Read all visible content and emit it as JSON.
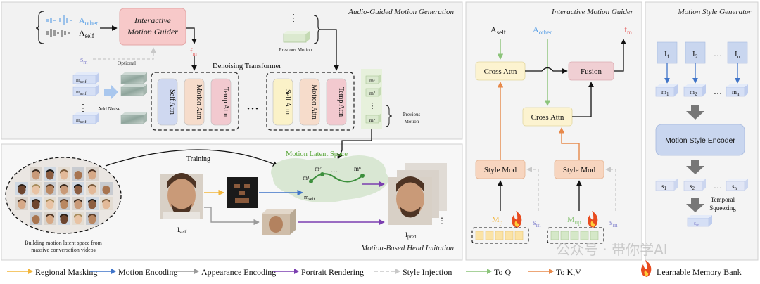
{
  "panels": {
    "audio_guided": "Audio-Guided Motion Generation",
    "head_imitation": "Motion-Based Head Imitation",
    "motion_guider": "Interactive Motion Guider",
    "style_generator": "Motion Style Generator"
  },
  "audio": {
    "a_other": "A",
    "a_other_sub": "other",
    "a_self": "A",
    "a_self_sub": "self",
    "guider_box": [
      "Interactive",
      "Motion Guider"
    ],
    "f_m": "f",
    "f_m_sub": "m",
    "s_m": "s",
    "s_m_sub": "m",
    "optional": "Optional",
    "previous_motion": "Previous Motion",
    "denoising_transformer": "Denoising Transformer",
    "add_noise": "Add Noise",
    "m_self": "m",
    "m_self_sub": "self",
    "vdots": "⋮",
    "hdots": "• • •",
    "blocks": [
      "Self Attn",
      "Motion Attn",
      "Temp Attn"
    ],
    "m_out": [
      "m¹",
      "m²",
      "⋮",
      "mⁿ"
    ],
    "previous_motion_right": [
      "Previous",
      "Motion"
    ]
  },
  "imitation": {
    "training": "Training",
    "latent_space": "Motion Latent Space",
    "m1": "m¹",
    "m2": "m²",
    "mn": "mⁿ",
    "ldots": "…",
    "m_self": "m",
    "m_self_sub": "self",
    "building": [
      "Building motion latent space from",
      "massive conversation videos"
    ],
    "i_self": "I",
    "i_self_sub": "self",
    "i_pred": "I",
    "i_pred_sub": "pred",
    "dots": "⋮"
  },
  "guider": {
    "a_self": "A",
    "a_self_sub": "self",
    "a_other": "A",
    "a_other_sub": "other",
    "f_m": "f",
    "f_m_sub": "m",
    "cross_attn_top": "Cross Attn",
    "fusion": "Fusion",
    "cross_attn_mid": "Cross Attn",
    "style_mod_left": "Style Mod",
    "style_mod_right": "Style Mod",
    "mp": "M",
    "mp_sub": "p",
    "mnp": "M",
    "mnp_sub": "np",
    "s_m_left": "s",
    "s_m_right": "s",
    "s_sub": "m"
  },
  "style": {
    "inputs": [
      "I",
      "I",
      "I"
    ],
    "input_subs": [
      "1",
      "2",
      "n"
    ],
    "m_vals": [
      "m",
      "m",
      "m"
    ],
    "m_subs": [
      "1",
      "2",
      "n"
    ],
    "dots": "…",
    "encoder": "Motion Style Encoder",
    "s_vals": [
      "s",
      "s",
      "s"
    ],
    "s_subs": [
      "1",
      "2",
      "n"
    ],
    "temporal": [
      "Temporal",
      "Squeezing"
    ],
    "s_m": "s",
    "s_m_sub": "m"
  },
  "legend": [
    {
      "label": "Regional Masking",
      "color": "#f2b53a",
      "dashed": false
    },
    {
      "label": "Motion Encoding",
      "color": "#3f74c9",
      "dashed": false
    },
    {
      "label": "Appearance Encoding",
      "color": "#9a9a9a",
      "dashed": false
    },
    {
      "label": "Portrait Rendering",
      "color": "#7b3fb0",
      "dashed": false
    },
    {
      "label": "Style Injection",
      "color": "#c8c8c8",
      "dashed": true
    },
    {
      "label": "To Q",
      "color": "#8cc47a",
      "dashed": false
    },
    {
      "label": "To K,V",
      "color": "#e7894a",
      "dashed": false
    }
  ],
  "legend_fire": "Learnable Memory Bank",
  "watermark": "公众号 · 带你学AI",
  "colors": {
    "guider_box": "#f7c9c9",
    "self_attn": "#cfd8f0",
    "motion_attn": "#f6dccb",
    "temp_attn": "#f2c9cf",
    "self_attn2": "#fbf2c8",
    "cross_attn": "#fcf3d0",
    "fusion": "#f0cfd3",
    "style_mod": "#f7d5bf",
    "encoder": "#c9d6ef",
    "latent_space": "#d9e7d3"
  }
}
